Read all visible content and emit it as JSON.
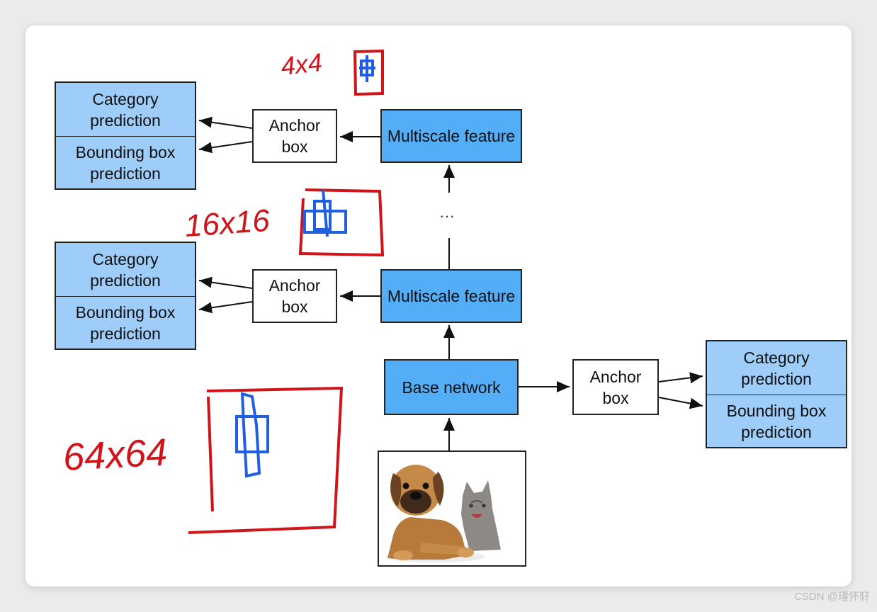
{
  "diagram": {
    "multiscale_top": "Multiscale feature",
    "multiscale_mid": "Multiscale feature",
    "anchor_top": "Anchor box",
    "anchor_mid": "Anchor box",
    "anchor_right": "Anchor box",
    "base_network": "Base network",
    "dots": "···",
    "pred_top": {
      "category": "Category prediction",
      "bbox": "Bounding box prediction"
    },
    "pred_mid": {
      "category": "Category prediction",
      "bbox": "Bounding box prediction"
    },
    "pred_right": {
      "category": "Category prediction",
      "bbox": "Bounding box prediction"
    }
  },
  "annotations": {
    "label_4x4": "4x4",
    "label_16x16": "16x16",
    "label_64x64": "64x64"
  },
  "colors": {
    "feature_blue": "#54aef7",
    "prediction_blue": "#9fcdf9",
    "annotation_red": "#d0141a",
    "annotation_blue": "#1f5fe0"
  },
  "watermark": "CSDN @瑾怀轩"
}
